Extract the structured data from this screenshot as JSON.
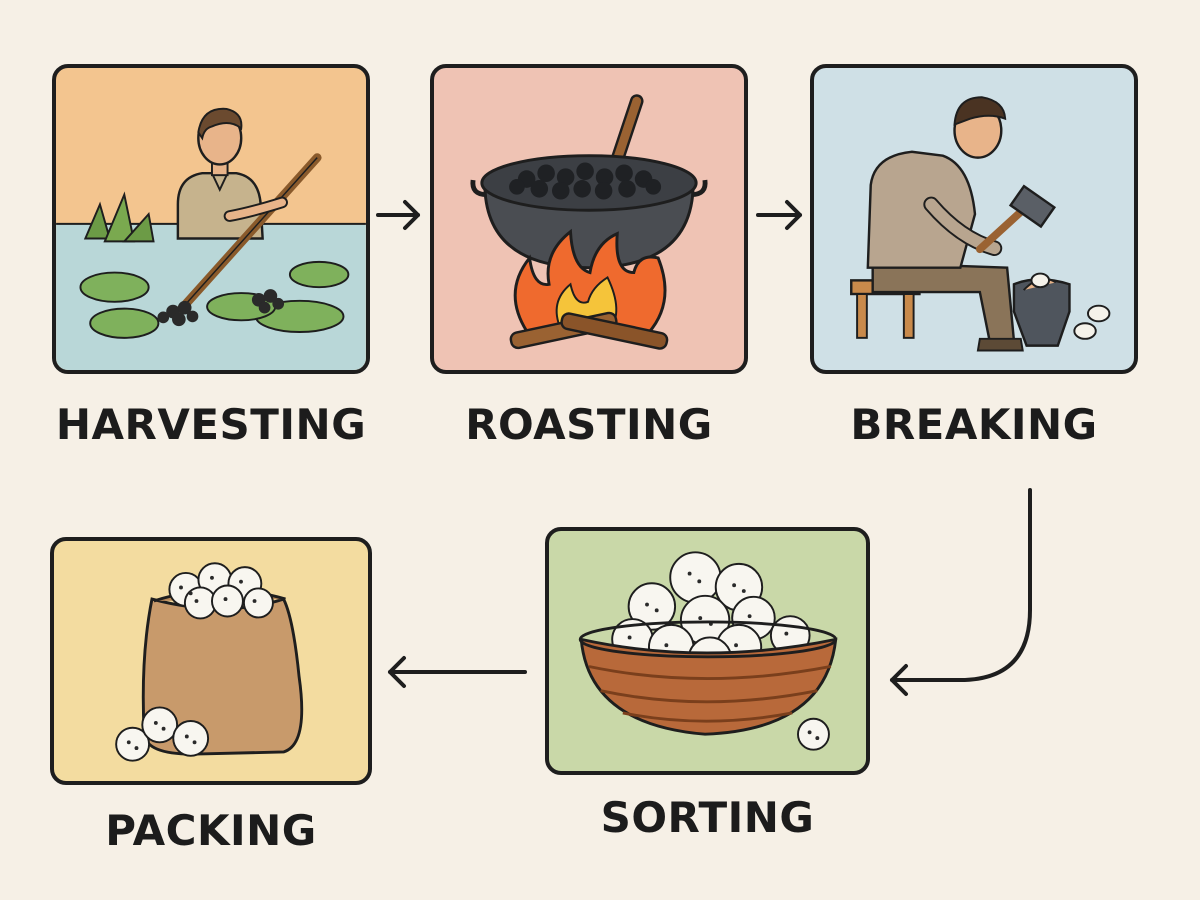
{
  "steps": [
    {
      "id": "harvesting",
      "label": "HARVESTING"
    },
    {
      "id": "roasting",
      "label": "ROASTING"
    },
    {
      "id": "breaking",
      "label": "BREAKING"
    },
    {
      "id": "sorting",
      "label": "SORTING"
    },
    {
      "id": "packing",
      "label": "PACKING"
    }
  ],
  "flow": [
    "harvesting",
    "roasting",
    "breaking",
    "sorting",
    "packing"
  ],
  "colors": {
    "background": "#f6f0e6",
    "harvesting_bg": "#f3c58f",
    "harvesting_water": "#b9d7d8",
    "roasting_bg": "#efc3b4",
    "breaking_bg": "#cfe0e6",
    "sorting_bg": "#c9d8a8",
    "packing_bg": "#f3dca0",
    "outline": "#1e1e1e"
  },
  "icons": [
    "harvester-with-pole-icon",
    "roasting-pot-on-fire-icon",
    "man-hammering-icon",
    "basket-of-makhana-icon",
    "sack-of-makhana-icon"
  ]
}
